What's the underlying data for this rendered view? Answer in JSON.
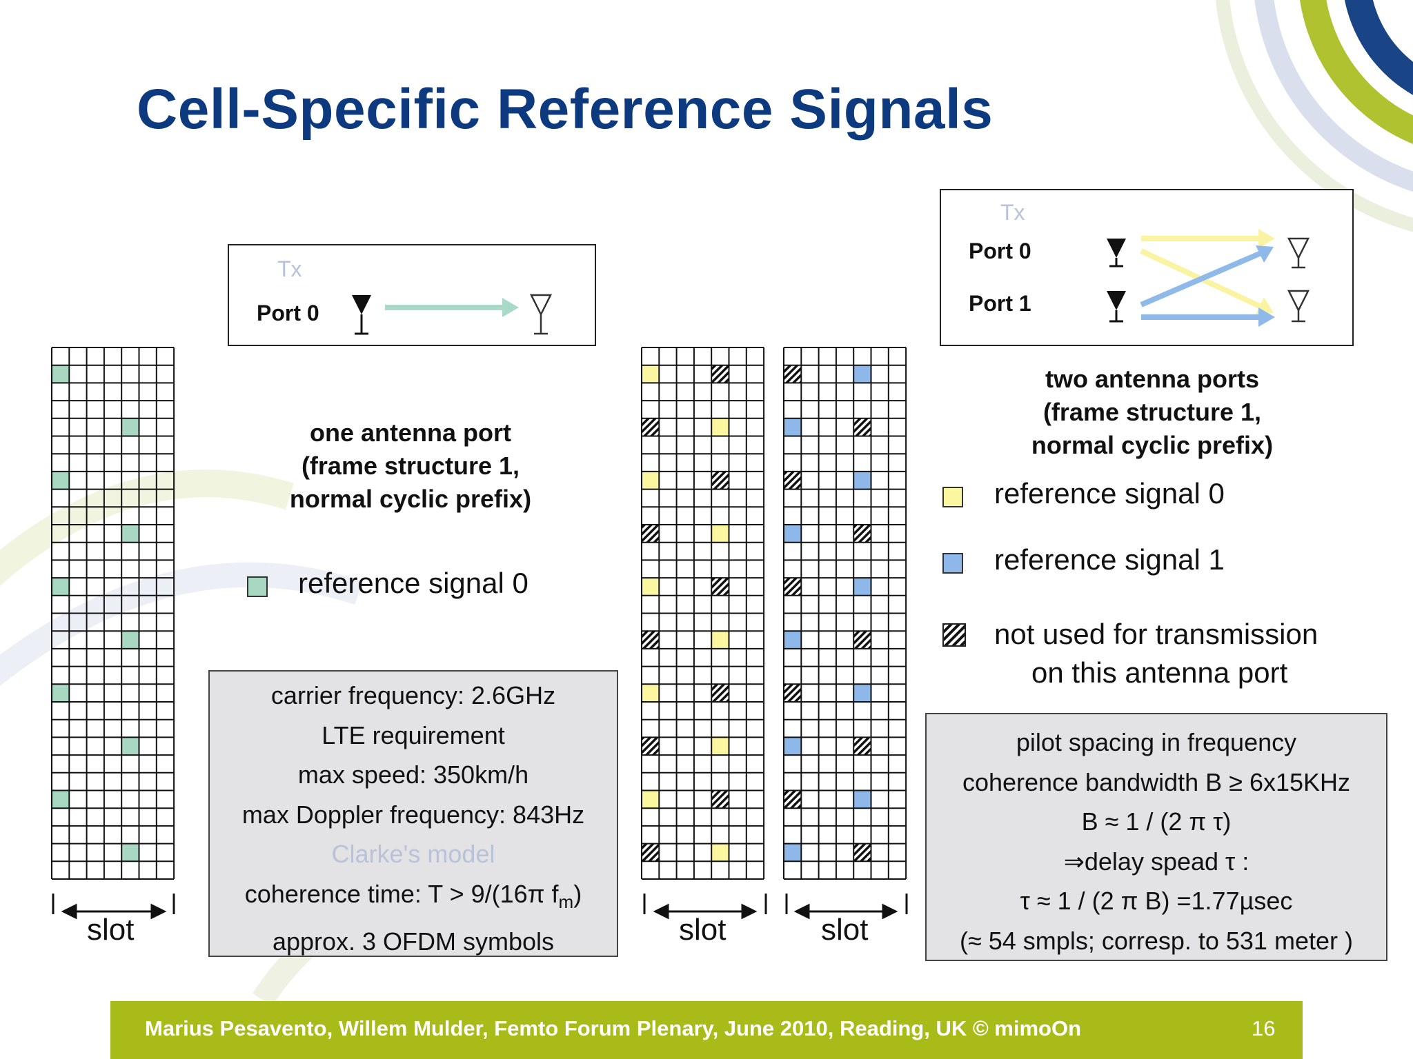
{
  "title": "Cell-Specific Reference Signals",
  "colors": {
    "title": "#0d3a7e",
    "rs_one_port": "#a8d8c2",
    "rs0": "#fbf6a0",
    "rs1": "#8eb8ea",
    "arrow_green": "#a9dac8",
    "arrow_yellow": "#faf4a2",
    "arrow_blue": "#8fb9e8",
    "footer_bar": "#a9bb19"
  },
  "one_port": {
    "tx_label": "Tx",
    "port_label": "Port 0",
    "tx_icon": "antenna-icon",
    "rx_icon": "antenna-icon",
    "caption": [
      "one antenna port",
      "(frame structure 1,",
      "normal cyclic prefix)"
    ],
    "legend_label": "reference signal 0",
    "info_lines": [
      "carrier frequency: 2.6GHz",
      "LTE requirement",
      "max speed: 350km/h",
      "max Doppler frequency: 843Hz",
      "Clarke's model",
      "coherence time: T > 9/(16π f",
      "approx. 3 OFDM symbols"
    ],
    "info_subscript": "m",
    "info_close": ")",
    "slot_label": "slot"
  },
  "two_port": {
    "tx_label": "Tx",
    "port0_label": "Port 0",
    "port1_label": "Port 1",
    "caption": [
      "two antenna ports",
      "(frame structure 1,",
      "normal cyclic prefix)"
    ],
    "legend": [
      {
        "label": "reference signal 0",
        "type": "rs0"
      },
      {
        "label": "reference signal 1",
        "type": "rs1"
      },
      {
        "label": "not used for transmission",
        "label2": "on this antenna port",
        "type": "hatch"
      }
    ],
    "info_lines": [
      "pilot spacing in frequency",
      "coherence bandwidth B ≥ 6x15KHz",
      "B ≈ 1 / (2 π τ)",
      "⇒delay spead τ :",
      "τ ≈ 1 / (2 π B) =1.77µsec",
      "(≈ 54 smpls; corresp. to 531 meter  )"
    ],
    "slot_label_a": "slot",
    "slot_label_b": "slot"
  },
  "footer": {
    "text": "Marius Pesavento, Willem Mulder, Femto Forum Plenary, June 2010,  Reading, UK    © mimoOn",
    "page": "16"
  }
}
